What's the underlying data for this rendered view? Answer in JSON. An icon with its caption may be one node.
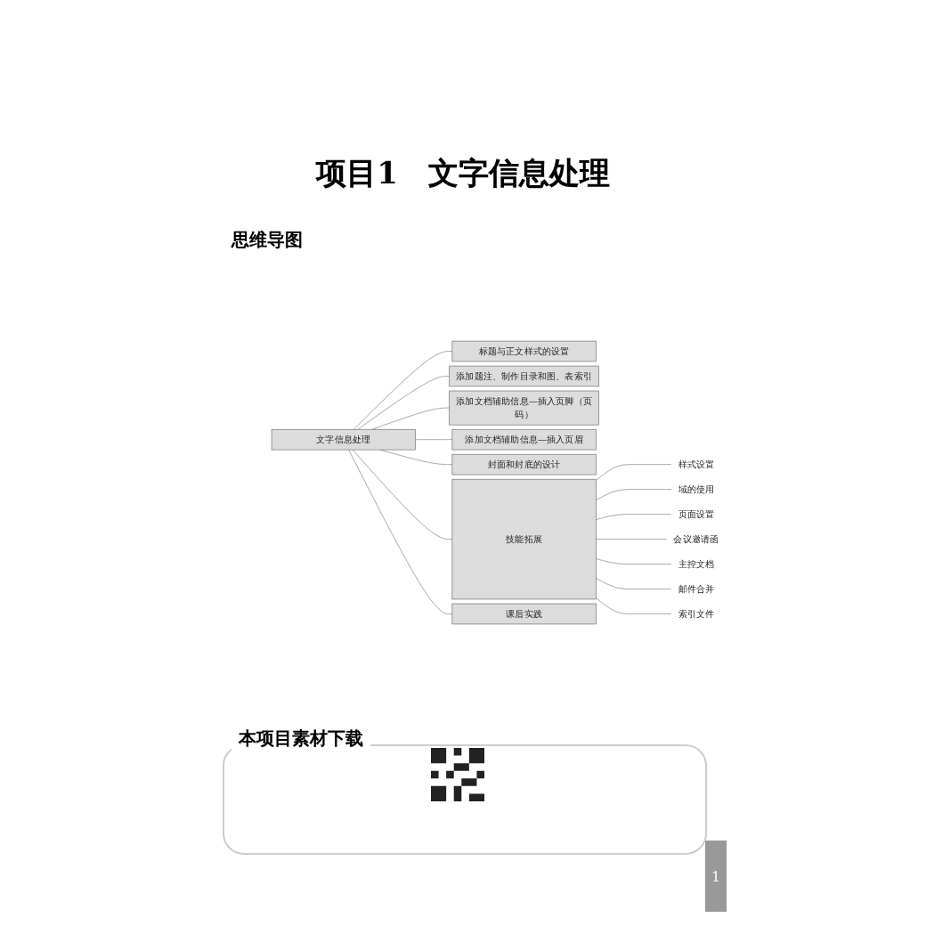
{
  "diagram": {
    "title": "项目1　文字信息处理",
    "nodes": [
      {
        "text": [
          "文字信息处理"
        ]
      },
      {
        "text": [
          "标题与正文样式的设置"
        ]
      },
      {
        "text": [
          "添加题注、制作目录和图、表索引"
        ]
      },
      {
        "text": [
          "添加文档辅助信息—插入页脚（页码）"
        ]
      },
      {
        "text": [
          "添加文档辅助信息—插入页眉"
        ]
      },
      {
        "text": [
          "封面和封底的设计"
        ]
      },
      {
        "text": [
          "技能拓展"
        ]
      },
      {
        "text": [
          "样式设置"
        ]
      },
      {
        "text": [
          "域的使用"
        ]
      },
      {
        "text": [
          "页面设置"
        ]
      },
      {
        "text": [
          "会议邀请函"
        ]
      },
      {
        "text": [
          "主控文档"
        ]
      },
      {
        "text": [
          "邮件合并"
        ]
      },
      {
        "text": [
          "索引文件"
        ]
      },
      {
        "text": [
          "课后实践"
        ]
      }
    ],
    "edges": [
      {
        "from": 0,
        "to": 1,
        "arrow": "none"
      },
      {
        "from": 0,
        "to": 2,
        "arrow": "none"
      },
      {
        "from": 0,
        "to": 3,
        "arrow": "none"
      },
      {
        "from": 0,
        "to": 4,
        "arrow": "none"
      },
      {
        "from": 0,
        "to": 5,
        "arrow": "none"
      },
      {
        "from": 0,
        "to": 6,
        "arrow": "none"
      },
      {
        "from": 6,
        "to": 7,
        "arrow": "none"
      },
      {
        "from": 6,
        "to": 8,
        "arrow": "none"
      },
      {
        "from": 6,
        "to": 9,
        "arrow": "none"
      },
      {
        "from": 6,
        "to": 10,
        "arrow": "none"
      },
      {
        "from": 6,
        "to": 11,
        "arrow": "none"
      },
      {
        "from": 6,
        "to": 12,
        "arrow": "none"
      },
      {
        "from": 6,
        "to": 13,
        "arrow": "none"
      },
      {
        "from": 0,
        "to": 14,
        "arrow": "none"
      }
    ],
    "labels": [
      "思维导图",
      "本项目素材下载",
      "1"
    ]
  }
}
